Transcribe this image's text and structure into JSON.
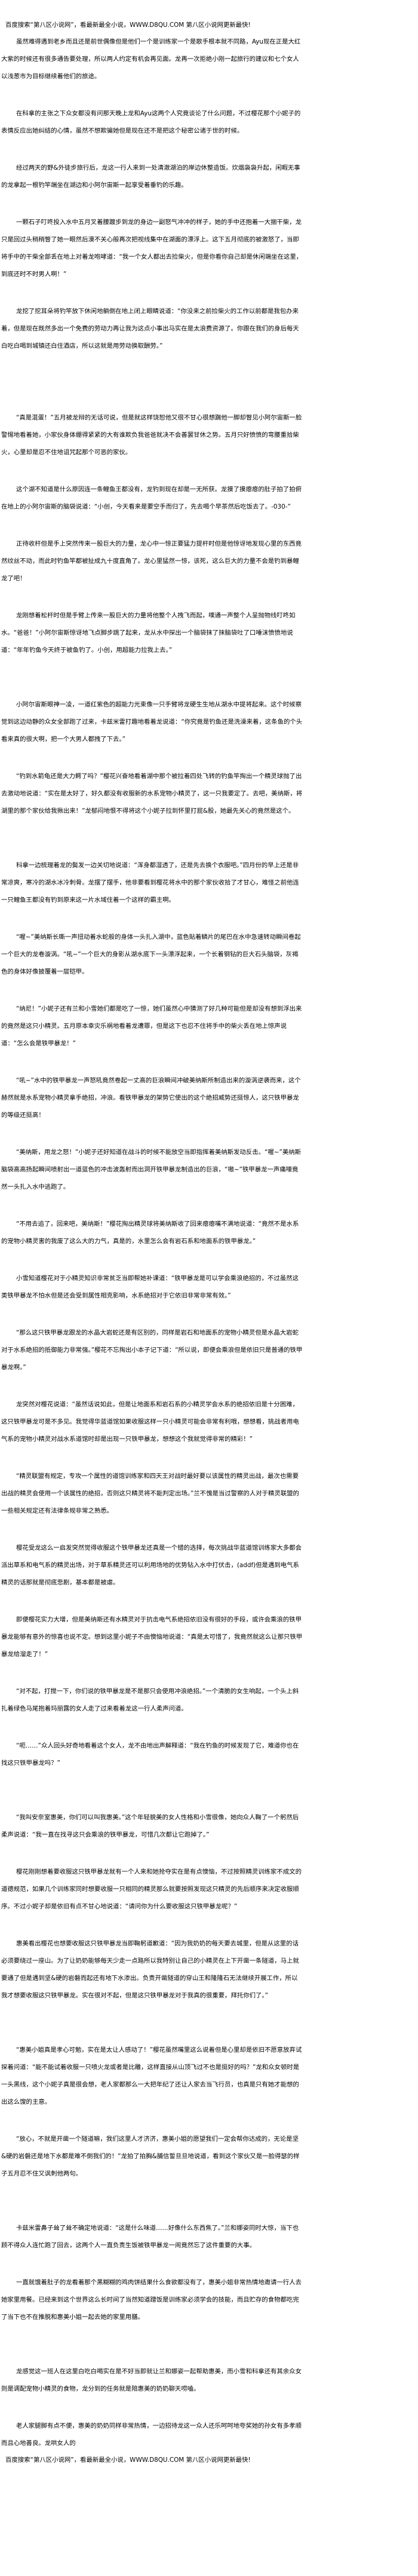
{
  "header_banner": "百度搜索“第八区小说网”，看最新最全小说，WWW.D8QU.COM   第八区小说网更新最快!",
  "footer_banner": "百度搜索“第八区小说网”，看最新最全小说，WWW.D8QU.COM   第八区小说网更新最快!",
  "paragraphs": [
    "虽然难得遇到老乡而且还是前世偶像但是他们一个是训练家一个是歌手根本就不同路，Ayu现在正是大红大紫的时候还有很多通告要处理，所以两人约定有机会再见面。龙再一次拒绝小刚一起旅行的建议和七个女人以浅葱市为目标继续着他们的旅途。",
    "在科拿的主张之下众女都没有问那天晚上龙和Ayu这两个人究竟谈论了什么问题，不过樱花那个小妮子的表情反应出她纠结的心情，虽然不想欺骗她但是现在还不是把这个秘密公诸于世的时候。",
    "经过两天的野&外徒步旅行后，龙这一行人来到一处清澈湖泊的岸边休整造饭。炊烟袅袅升起，闲暇无事的龙拿起一根钓竿端坐在湖边和小阿尔宙斯一起享受着垂钓的乐趣。",
    "一颗石子叮咚投入水中五月叉着腰踱步到龙的身边一副怒气冲冲的样子，她的手中还抱着一大捆干柴，龙只是回过头稍稍瞥了她一眼然后漠不关心般再次把视线集中在湖面的漂浮上。这下五月彻底的被激怒了，当即将手中的干柴全部丢在地上对着龙咆哮道：“我一个女人都出去捡柴火，但是你看你自己却是休闲端坐在这里，到底还时不时男人啊！”",
    "龙挖了挖耳朵将钓竿放下休闲地躺倒在地上闭上眼睛说道：“你没来之前捡柴火的工作以前都是我包办来着，但是现在既然多出一个免费的劳动力再让我为这点小事出马实在是太浪费资源了。你跟在我们的身后每天白吃白喝到城镇还白住酒店，所以这就是用劳动换取酬劳。”",
    "“真是混蛋！”五月被龙辩的无话可说，但是就这样饶恕他又很不甘心很想踹他一脚却瞥见小阿尔宙斯一脸警惕地看着她，小家伙身体绷得紧紧的大有谁欺负我爸爸就决不会善罢甘休之势。五月只好愤愤的弯腰重拾柴火，心里却是忍不住地诅咒起那个可恶的家伙。",
    "这个湖不知道是什么原因连一条鲤鱼王都没有，龙钓到现在却是一无所获。龙摸了摸瘪瘪的肚子拍了拍俯在地上的小阿尔宙斯的脑袋说道：“小创，今天看来是要空手而归了，先去喝个早茶然后吃饭去了。-030-”",
    "正待收杆但是手上突然传来一股巨大的力量，龙心中一惊正要猛力提杆时但是他惊讶地发现心里的东西竟然纹丝不动，而此时钓鱼竿都被扯成九十度直角了。龙心里猛然一惊，该死，这么巨大的力量不会是钓到暴鲤龙了吧！",
    "龙刚想着松杆时但是手臂上传来一股巨大的力量将他整个人拽飞而起，噗通一声整个人呈抛物线叮咚如水。“爸爸！”小阿尔宙斯惊讶地飞点脚步跳了起来，龙从水中探出一个脑袋抹了抹脑袋吐了口唾沫愤愤地说道：“年年钓鱼今天终于被鱼钓了。小创，用超能力拉我上去。”",
    "小阿尔宙斯眼神一凌，一道红紫色的超能力光束像一只手臂将龙硬生生地从湖水中提将起来。这个时候察觉到这边动静的众女全部跑了过来，卡兹米雷打趣地看着龙说道：“你究竟是钓鱼还是洗澡来着，这条鱼的个头看来真的很大啊，把一个大男人都拽了下去。”",
    "“钓到水箭龟还是大力鳄了吗？”樱花兴奋地看着湖中那个被拉着四处飞转的钓鱼竿掏出一个精灵球抛了出去激动地说道：“实在是太好了，好久都没有收服新的水系宠物小精灵了，这一只我要定了。去吧，美纳斯，将湖里的那个家伙给我揪出来！”龙郁闷地恨不得将这个小妮子拉到怀里打屁&股，她最先关心的竟然是这个。",
    "科拿一边梳理着龙的鬓发一边关切地说道：“浑身都湿透了，还是先去换个衣服吧。”四月份的早上还是非常凉爽，寒冷的湖水冰冷刺骨。龙摆了摆手，他非要看到樱花将水中的那个家伙收拾了才甘心，难怪之前他连一只鲤鱼王都没有钓到原来这一片水域住着一个这样的霸主啊。",
    "“喔~”美纳斯长嘶一声扭动着水蛇般的身体一头扎入湖中，蓝色贴着鳞片的尾巴在水中急速转动瞬间卷起一个巨大的龙卷漩涡。“吼~”一个巨大的身影从湖水底下一头漂浮起来，一个长着钢钻的巨大石头脑袋，灰褐色的身体好像披覆着一层铠甲。",
    "“纳尼！”小妮子还有兰和小雪她们都是吃了一惊，她们虽然心中猜测了好几种可能但是却没有想到浮出来的竟然是这只小精灵。五月原本幸灾乐祸地看着龙遭罪，但是这下也忍不住将手中的柴火丢在地上惊声说道：“怎么会是铁甲暴龙！”",
    "“吼~”水中的铁甲暴龙一声怒吼竟然卷起一丈高的巨浪瞬间冲破美纳斯所制造出来的漩涡逆袭而来，这个赫然就是水系宠物小精灵拿手绝招，冲浪。看铁甲暴龙的架势它使出的这个绝招威势还挺惊人，这只铁甲暴龙的等级还挺高！",
    "“美纳斯，用龙之怒！”小妮子还好知道在战斗的时候不能放空当即指挥着美纳斯发动反击。“喔~”美纳斯脑袋高高扬起瞬间喷射出一道蓝色的冲击波轰射而出洞开铁甲暴龙制造出的巨浪，“嗷~”铁甲暴龙一声痛嚎竟然一头扎入水中逃跑了。",
    "“不用去追了，回来吧，美纳斯！”樱花掏出精灵球将美纳斯收了回来瘪瘪嘴不满地说道：“竟然不是水系的宠物小精灵害的我废了这么大的力气，真是的，水里怎么会有岩石系和地面系的铁甲暴龙。”",
    "小雪知道樱花对于小精灵知识非常贫乏当即帮她补课道：“铁甲暴龙是可以学会乘浪绝招的，不过虽然这类铁甲暴龙不怕水但是还会受到属性相克影响，水系绝招对于它依旧非常非常有效。”",
    "“那么这只铁甲暴龙跟龙的水晶大岩蛇还是有区别的，同样是岩石和地面系的宠物小精灵但是水晶大岩蛇对于水系绝招的抵御能力非常强。”樱花不忘掏出小本子记下道：“所以说，即便会乘浪但是依旧只是普通的铁甲暴龙啊。”",
    "龙突然对樱花说道：“虽然话说如此，但是让地面系和岩石系的小精灵学会水系的绝招依旧是十分困难，这只铁甲暴龙可是不多见。我觉得华蓝道馆如果收服这样一只小精灵可能会非常有利哦，想想看，挑战者用电气系的宠物小精灵对战水系道馆时却是出现一只铁甲暴龙，想想这个我就觉得非常的精彩！”",
    "“精灵联盟有规定，专攻一个属性的道馆训练家和四天王对战时最好要以该属性的精灵出战，最次也需要出战的精灵会使用一个该属性的绝招，否则这只精灵将不能判定出场。”兰不愧是当过警察的人对于精灵联盟的一些相关规定还有法律条规非常之熟悉。",
    "樱花受龙这么一启发突然觉得收服这个铁甲暴龙还真是一个错的选择，每次挑战华蓝道馆训练家大多都会派出草系和电气系的精灵出场，对于草系精灵还可以利用场地的优势钻入水中打伏击，(addf)但是遇到电气系精灵的话那就是彻底悲剧，基本都是被虐。",
    "即便樱花实力大增，但是美纳斯还有水精灵对于抗击电气系绝招依旧没有很好的手段，或许会乘浪的铁甲暴龙能够有意外的惊喜也说不定。想到这里小妮子不由懊恼地说道：“真是太可惜了，我竟然就这么让那只铁甲暴龙给溜走了！”",
    "“对不起，打搅一下，你们说的铁甲暴龙是不是那只会使用冲浪绝招。”一个清脆的女生响起，一个头上斜扎着绿色马尾抱着玛丽露的女人走了过来看着龙这一行人柔声问道。",
    "“呃……”众人回头好奇地看着这个女人，龙不由地出声解释道：“我在钓鱼的时候发现了它，难道你也在找这只铁甲暴龙吗？”",
    "“我叫安奈室惠美，你们可以叫我惠美。”这个年轻貌美的女人性格和小雪很像，她向众人鞠了一个躬然后柔声说道：“我一直在找寻这只会乘浪的铁甲暴龙，可惜几次都让它跑掉了。”",
    "樱花刚刚想着要收服这只铁甲暴龙就有一个人来和她抢夺实在是有点懊恼，不过按照精灵训练家不成文的道德规范，如果几个训练家同时想要收服一只相同的精灵那么就要按照发现这只精灵的先后顺序来决定收服顺序。不过小妮子却是依旧有点不甘心地说道：“请问你为什么要收服这只铁甲暴龙呢？”",
    "惠美看出樱花也想要收服这只铁甲暴龙当即鞠躬道歉道：“因为我奶奶的每天要去城里，但是从这里的话必须要绕过一座山。为了让奶奶能够每天少走一点路所以我特别让自己的小精灵在上下开凿一条隧道，马上就要通了但是遇到坚&硬的岩磐而起还有地下水渗出。负责开凿隧道的穿山王和隆隆石无法继续开展工作，所以我才想要收服这只铁甲暴龙。实在很对不起，但是这只铁甲暴龙对于我真的很重要，拜托你们了。”",
    "“惠美小姐真是孝心可勉，实在是太让人感动了！”樱花虽然嘴里这么说着但是心里却是依旧不愿意放弃试探着问道：“能不能试着收服一只喷火龙或者是比雕，这样直接从山顶飞过不也是挺好的吗？”龙和众女顿时是一头黑线，这个小妮子真是很会想，老人家都那么一大把年纪了还让人家去当飞行员，也真是只有她才能想的出这么馊的主意。",
    "“放心，不就是开凿一个隧道嘛，我们这里人才济济，惠美小姐的愿望我们一定会帮你达成的，无论是坚&硬的岩磐还是地下水都是难不倒我们的！”龙拍了拍胸&脯信誓旦旦地说道，看到这个家伙又是一脸得瑟的样子五月忍不住又讽刺他两句。",
    "卡兹米雷鼻子耸了耸不确定地说道：“这是什么味道……好像什么东西焦了。”兰和娜姿同时大惊，当下也顾不得众人连忙跑了回去，这两个人一直负责生饭被铁甲暴龙一闹竟然忘了这件重要的大事。",
    "一直就饿着肚子的龙看着那个黑糊糊的鸡肉饼结果什么食欲都没有了，惠美小姐非常热情地邀请一行人去她家里用餐。已经来到这个世界这么长时间了当然知道蹭饭是训练家必须学会的技能，而且贮存的食物都吃完了当下也不在推脱和惠美小姐一起去她的家里用膳。",
    "龙感觉这一班人在这里白吃白喝实在是不好当即就让兰和娜姿一起帮助惠美，而小雪和科拿还有其余众女则是调配宠物小精灵的食物，龙分到的任务就是陪惠美的奶奶聊天唠嗑。",
    "老人家腿脚有点不便，惠美的奶奶同样非常热情，一边招待龙这一众人还乐呵呵地夸奖她的孙女有多孝顺而且心地善良。龙哄女人的"
  ]
}
